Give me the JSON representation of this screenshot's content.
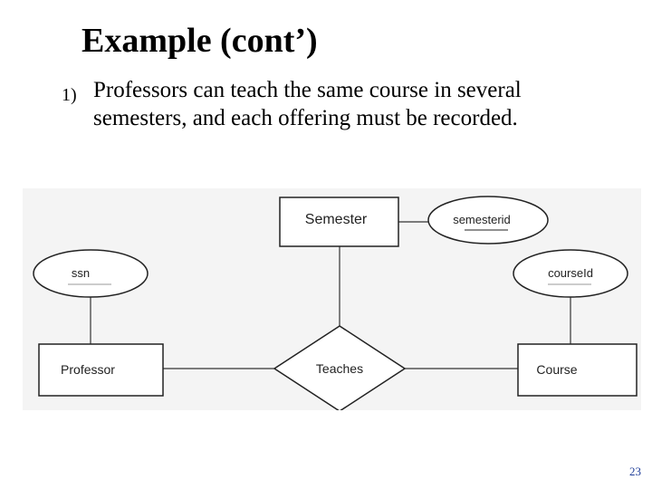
{
  "slide": {
    "title": "Example (cont’)",
    "bullet_number": "1)",
    "bullet_text": "Professors can teach the same course in several semesters, and each offering must be recorded.",
    "page_number": "23"
  },
  "diagram": {
    "entities": {
      "semester": "Semester",
      "professor": "Professor",
      "course": "Course"
    },
    "relationship": "Teaches",
    "attributes": {
      "semesterid": "semesterid",
      "ssn": "ssn",
      "courseid": "courseId"
    }
  },
  "colors": {
    "page_number": "#1f3d99",
    "diagram_background": "#f4f4f4",
    "line": "#333333"
  }
}
